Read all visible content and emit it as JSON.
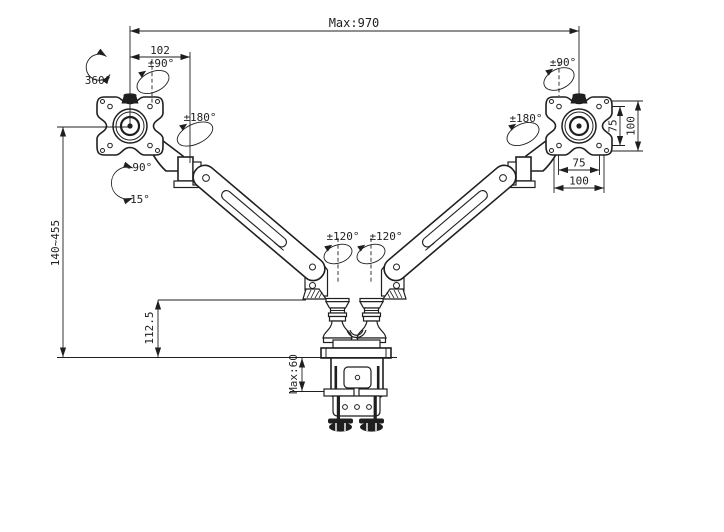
{
  "drawing": {
    "title": "Dual monitor desk-mount arm dimensional drawing",
    "colors": {
      "line": "#1f1f1f",
      "background": "#ffffff"
    },
    "dims": {
      "max_reach": "Max:970",
      "head_offset": "102",
      "height_range": "140~455",
      "pivot_height": "112.5",
      "clamp_max": "Max:60",
      "vesa_vertical_75": "75",
      "vesa_vertical_100": "100",
      "vesa_horizontal_75": "75",
      "vesa_horizontal_100": "100"
    },
    "angles": {
      "head_rotation_360": "360°",
      "left_head_pivot_90": "±90°",
      "left_elbow_swivel_180": "±180°",
      "tilt_up_90": "-90°",
      "tilt_down_15": "15°",
      "left_arm_swivel_120": "±120°",
      "right_arm_swivel_120": "±120°",
      "right_head_pivot_90": "±90°",
      "right_elbow_swivel_180": "±180°"
    }
  }
}
